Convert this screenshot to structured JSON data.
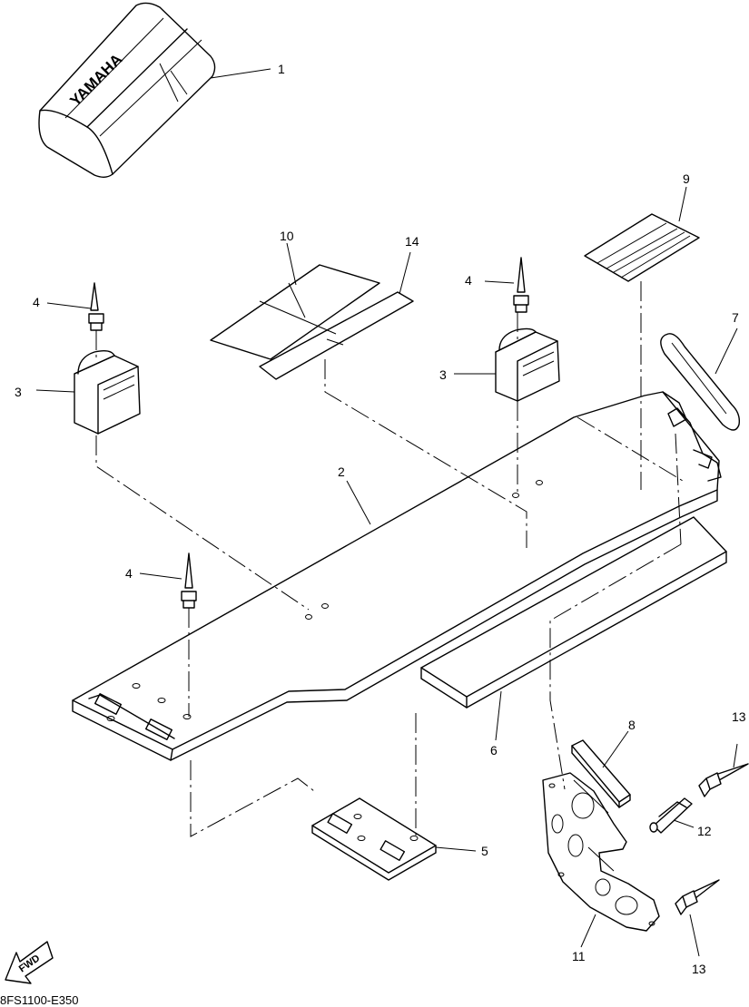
{
  "diagram": {
    "drawing_code": "8FS1100-E350",
    "cover_brand": "YAMAHA",
    "fwd_label": "FWD",
    "callouts": {
      "c1": "1",
      "c2": "2",
      "c3a": "3",
      "c3b": "3",
      "c4a": "4",
      "c4b": "4",
      "c4c": "4",
      "c5": "5",
      "c6": "6",
      "c7": "7",
      "c8": "8",
      "c9": "9",
      "c10": "10",
      "c11": "11",
      "c12": "12",
      "c13a": "13",
      "c13b": "13",
      "c14": "14"
    }
  }
}
